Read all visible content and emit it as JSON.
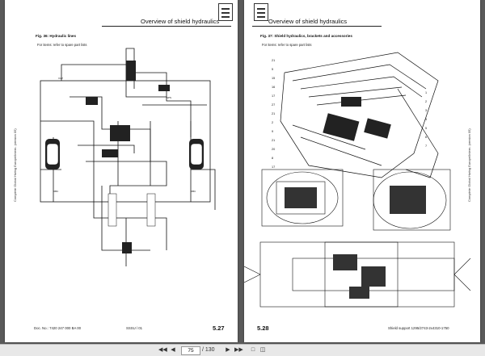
{
  "left_page": {
    "header_title": "Overview of shield hydraulics",
    "figure_caption": "Fig. 36:    Hydraulic lines",
    "figure_subcaption": "For items: refer to spare part lists",
    "side_text": "Complete Global Hwlng Europe/Intern. (version 05)",
    "footer_doc": "Doc. No.: 7420 247 000 BA 00",
    "footer_ref": "SSSU / 01",
    "page_number": "5.27"
  },
  "right_page": {
    "header_title": "Overview of shield hydraulics",
    "figure_caption": "Fig. 37:    Shield hydraulics, brackets and accessories",
    "figure_subcaption": "For items: refer to spare part lists",
    "side_text": "Complete Global Hwlng Europe/Intern. (version 05)",
    "footer_ref": "Shield support 1295/2743-2x4310-1750",
    "page_number": "5.28",
    "callouts_left": [
      "21",
      "5",
      "15",
      "16",
      "17",
      "27",
      "21",
      "2",
      "9",
      "21",
      "20",
      "8",
      "17"
    ],
    "callouts_right": [
      "1",
      "2",
      "3",
      "4",
      "5",
      "6",
      "7"
    ]
  },
  "toolbar": {
    "page_current": "75",
    "page_total": "/ 130",
    "first_icon": "first-page-icon",
    "prev_icon": "prev-page-icon",
    "next_icon": "next-page-icon",
    "last_icon": "last-page-icon"
  }
}
